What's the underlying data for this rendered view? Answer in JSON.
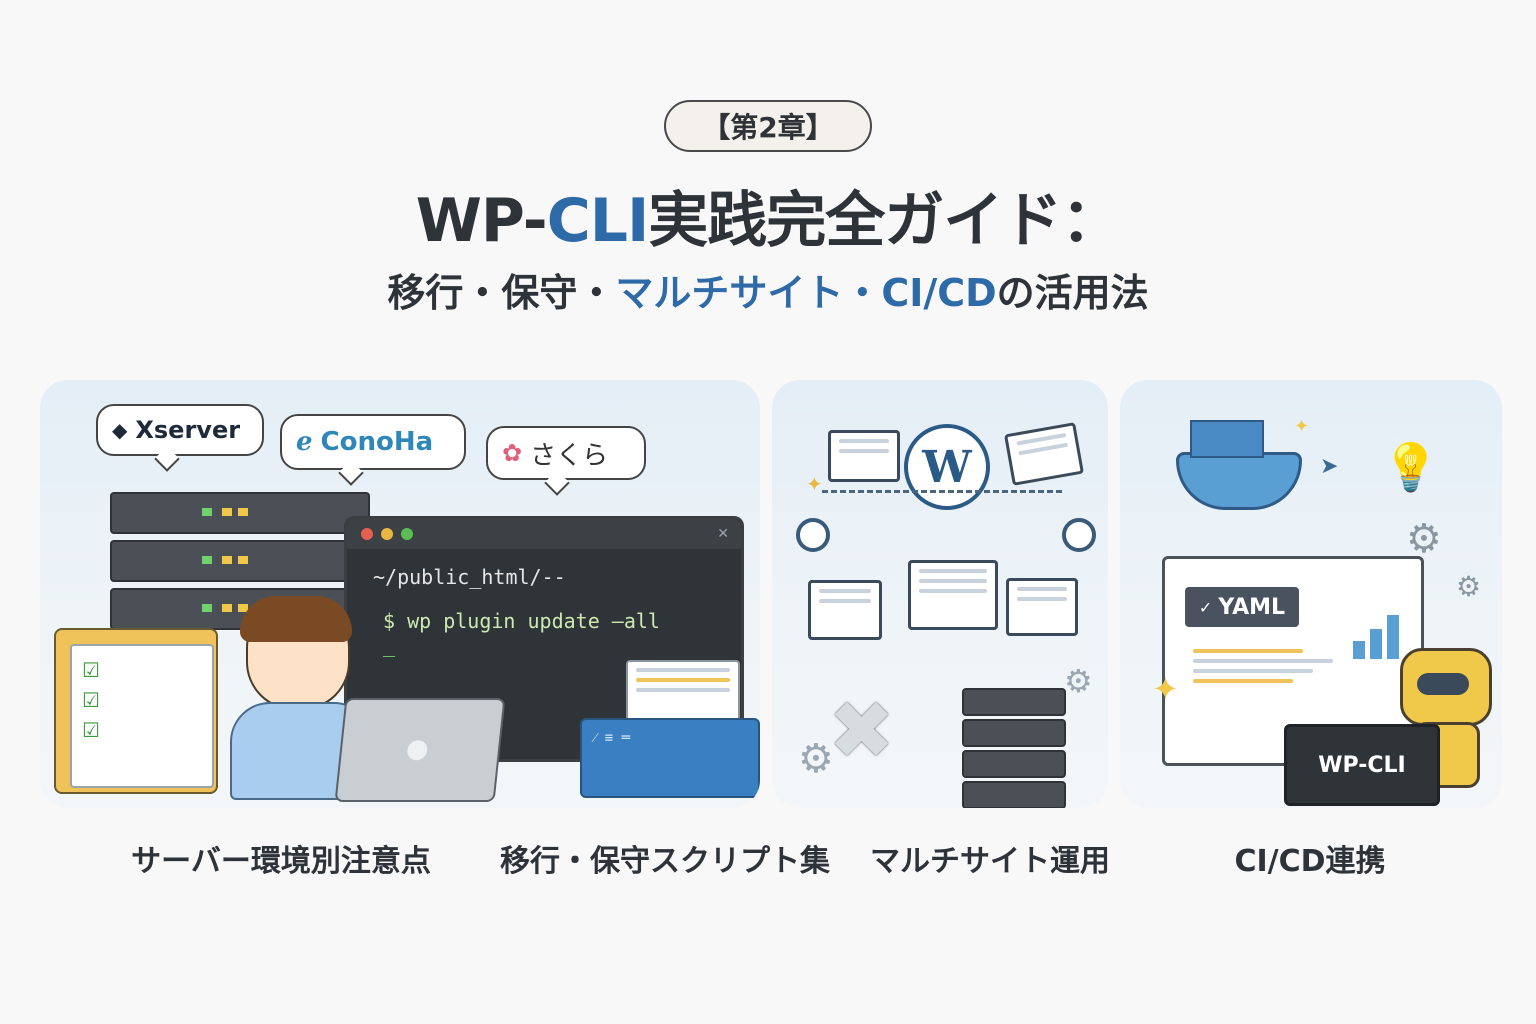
{
  "header": {
    "badge": "【第2章】",
    "title_part1": "WP-",
    "title_part2": "CLI",
    "title_part3": "実践完全ガイド：",
    "subtitle_part1": "移行・保守・",
    "subtitle_part2": "マルチサイト・CI/CD",
    "subtitle_part3": "の活用法"
  },
  "panel1": {
    "hosts": [
      "Xserver",
      "ConoHa",
      "さくら"
    ],
    "terminal_path": "~/public_html/--",
    "terminal_command": "$ wp plugin update –all",
    "terminal_cursor": "_"
  },
  "panel3": {
    "yaml_label": "YAML",
    "laptop_label": "WP-CLI"
  },
  "captions": [
    "サーバー環境別注意点",
    "移行・保守スクリプト集",
    "マルチサイト運用",
    "CI/CD連携"
  ],
  "colors": {
    "accent": "#2f6aa8",
    "text": "#2d3339",
    "panel_bg": "#e4eef6"
  }
}
